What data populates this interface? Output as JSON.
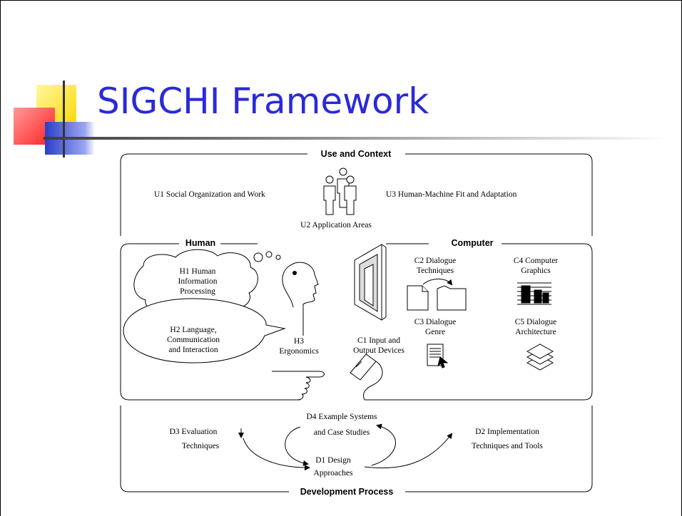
{
  "slide": {
    "title": "SIGCHI Framework"
  },
  "sections": {
    "use": "Use and Context",
    "human": "Human",
    "computer": "Computer",
    "development": "Development Process"
  },
  "use": {
    "u1": "U1 Social Organization and Work",
    "u2": "U2 Application Areas",
    "u3": "U3 Human-Machine Fit and Adaptation"
  },
  "human": {
    "h1": [
      "H1 Human",
      "Information",
      "Processing"
    ],
    "h2": [
      "H2 Language,",
      "Communication",
      "and Interaction"
    ],
    "h3": [
      "H3",
      "Ergonomics"
    ]
  },
  "computer": {
    "c1": [
      "C1 Input and",
      "Output Devices"
    ],
    "c2": [
      "C2 Dialogue",
      "Techniques"
    ],
    "c3": [
      "C3 Dialogue",
      "Genre"
    ],
    "c4": [
      "C4 Computer",
      "Graphics"
    ],
    "c5": [
      "C5 Dialogue",
      "Architecture"
    ]
  },
  "development": {
    "d1": [
      "D1 Design",
      "Approaches"
    ],
    "d2": [
      "D2 Implementation",
      "Techniques and Tools"
    ],
    "d3": [
      "D3 Evaluation",
      "Techniques"
    ],
    "d4": [
      "D4 Example Systems",
      "and Case Studies"
    ]
  },
  "colors": {
    "title": "#2b2ad8",
    "deco_yellow": "#ffd800",
    "deco_red": "#ff3030",
    "deco_blue": "#3a4dd8"
  }
}
